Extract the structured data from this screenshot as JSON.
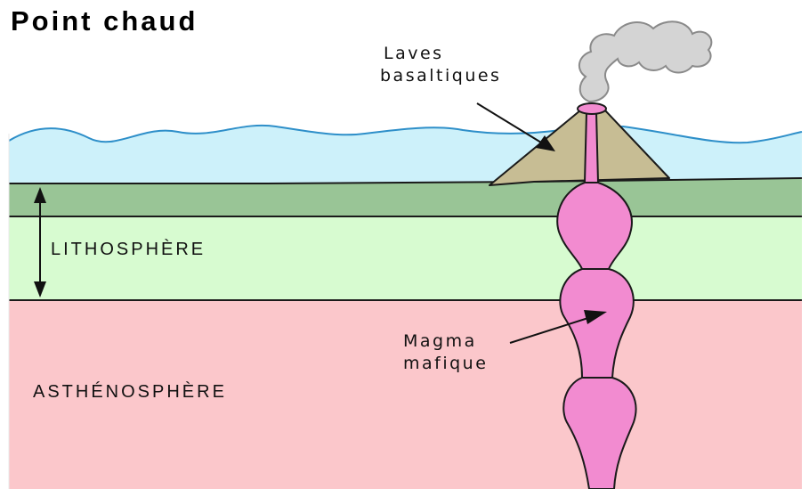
{
  "title": "Point chaud",
  "labels": {
    "laves_line1": "Laves",
    "laves_line2": "basaltiques",
    "lithosphere": "LITHOSPHÈRE",
    "asthenosphere": "ASTHÉNOSPHÈRE",
    "magma_line1": "Magma",
    "magma_line2": "mafique"
  },
  "colors": {
    "ocean": "#cdf1fa",
    "ocean_line": "#2e8fc9",
    "crust": "#99c596",
    "lithosphere": "#d7fbd0",
    "asthenosphere": "#fbc7cb",
    "volcano": "#c7bd94",
    "magma": "#f28bd0",
    "smoke": "#d4d4d4",
    "outline": "#1a1a1a"
  }
}
